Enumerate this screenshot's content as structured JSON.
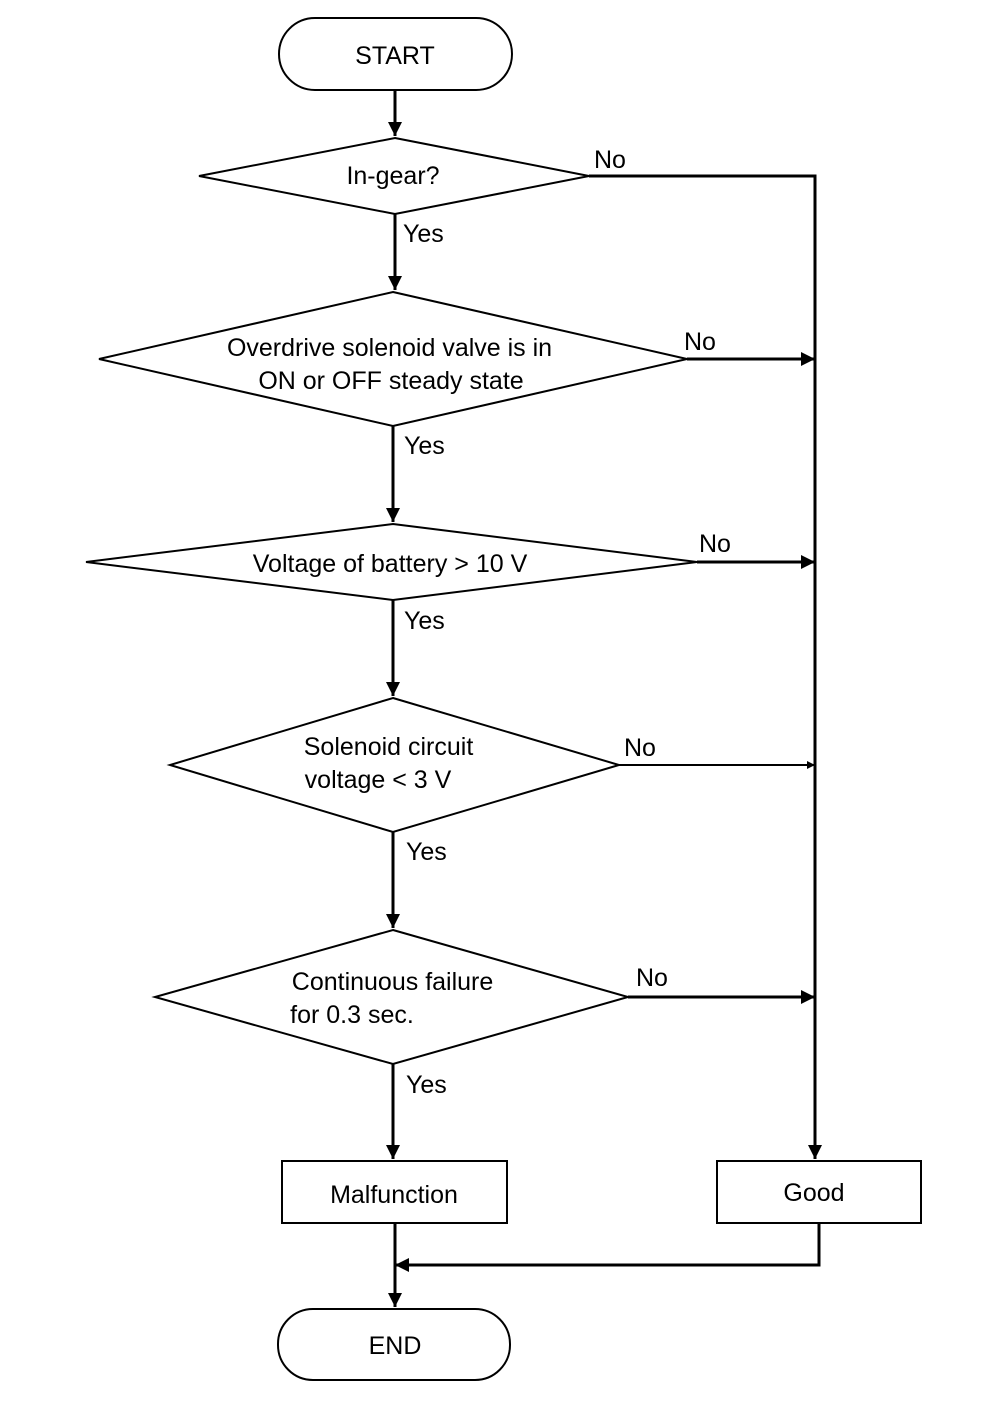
{
  "terminals": {
    "start": "START",
    "end": "END"
  },
  "decisions": {
    "in_gear": [
      "In-gear?"
    ],
    "overdrive": [
      "Overdrive solenoid valve is in",
      "ON or OFF steady state"
    ],
    "battery": [
      "Voltage of battery > 10 V"
    ],
    "solenoid_circuit": [
      "Solenoid circuit",
      "voltage < 3 V"
    ],
    "continuous": [
      "Continuous failure",
      "for 0.3 sec."
    ]
  },
  "results": {
    "malfunction": "Malfunction",
    "good": "Good"
  },
  "branch_labels": {
    "yes": "Yes",
    "no": "No"
  }
}
